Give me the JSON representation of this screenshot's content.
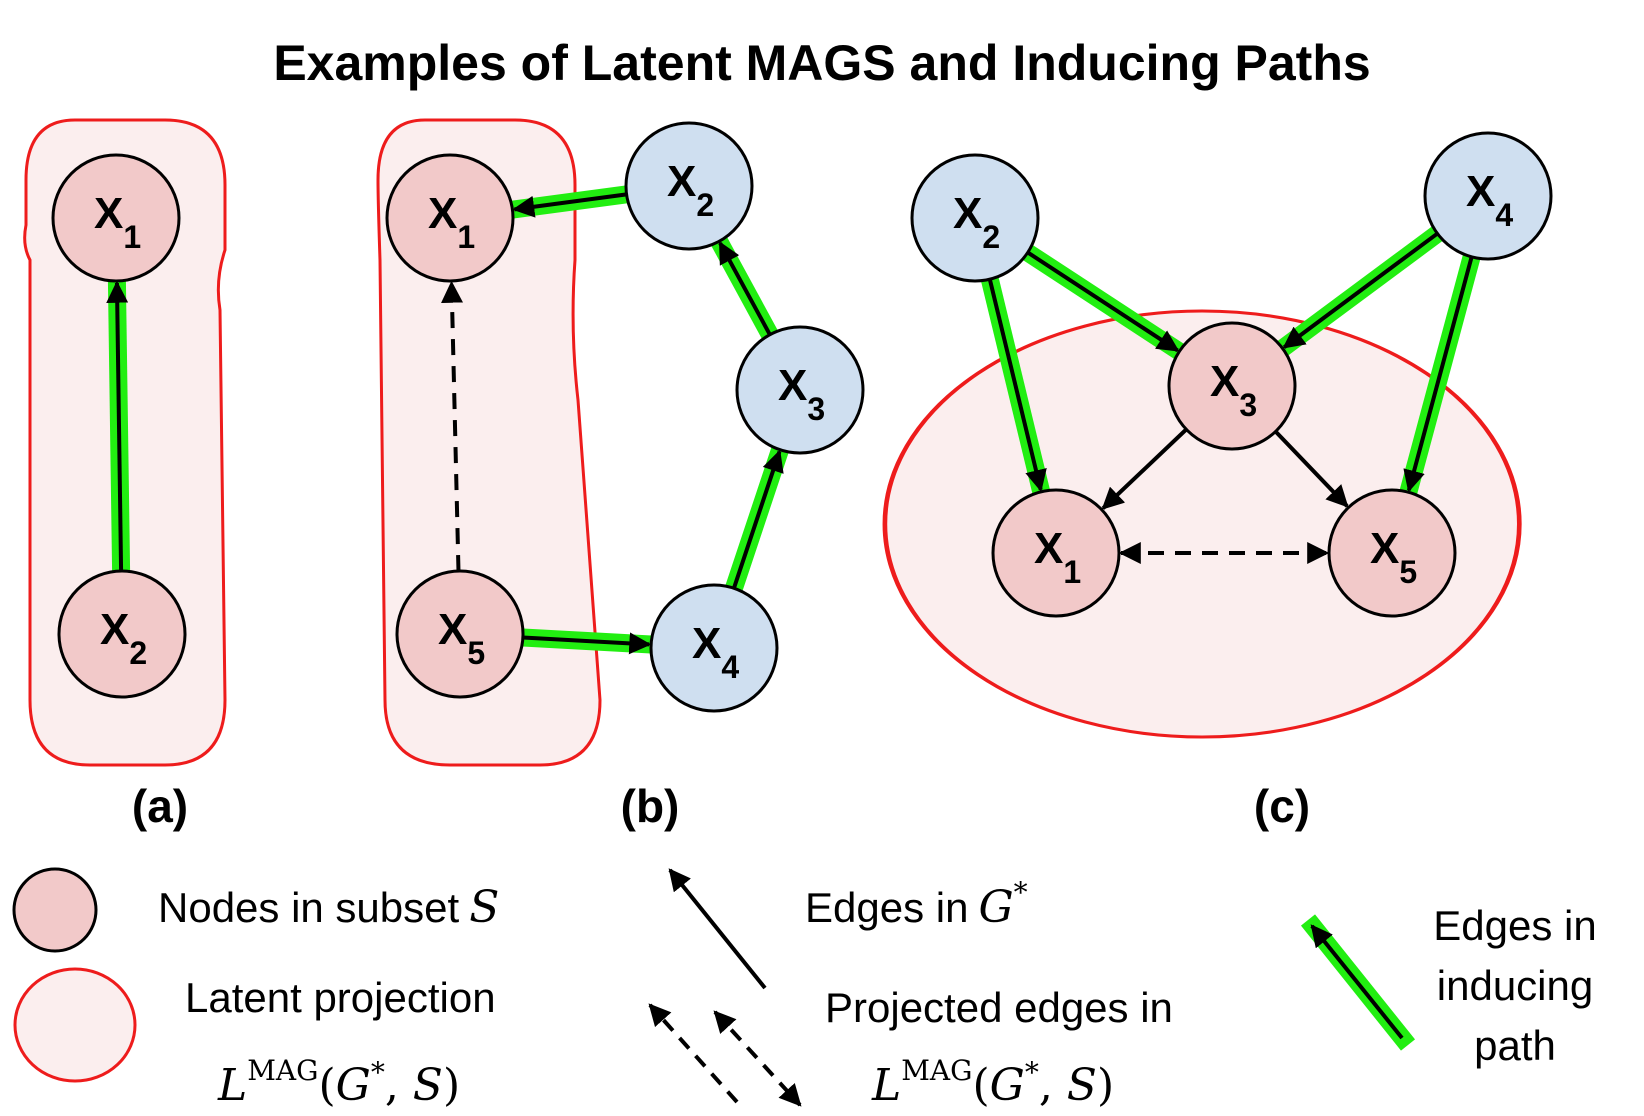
{
  "title": "Examples of Latent MAGS and Inducing Paths",
  "panels": {
    "a": {
      "label": "(a)"
    },
    "b": {
      "label": "(b)"
    },
    "c": {
      "label": "(c)"
    }
  },
  "nodes": {
    "a_x1": {
      "letter": "X",
      "sub": "1",
      "in_subset": true
    },
    "a_x2": {
      "letter": "X",
      "sub": "2",
      "in_subset": true
    },
    "b_x1": {
      "letter": "X",
      "sub": "1",
      "in_subset": true
    },
    "b_x2": {
      "letter": "X",
      "sub": "2",
      "in_subset": false
    },
    "b_x3": {
      "letter": "X",
      "sub": "3",
      "in_subset": false
    },
    "b_x4": {
      "letter": "X",
      "sub": "4",
      "in_subset": false
    },
    "b_x5": {
      "letter": "X",
      "sub": "5",
      "in_subset": true
    },
    "c_x1": {
      "letter": "X",
      "sub": "1",
      "in_subset": true
    },
    "c_x2": {
      "letter": "X",
      "sub": "2",
      "in_subset": false
    },
    "c_x3": {
      "letter": "X",
      "sub": "3",
      "in_subset": true
    },
    "c_x4": {
      "letter": "X",
      "sub": "4",
      "in_subset": false
    },
    "c_x5": {
      "letter": "X",
      "sub": "5",
      "in_subset": true
    }
  },
  "legend": {
    "nodes_in_subset": "Nodes in subset",
    "subset_symbol": "S",
    "latent_projection": "Latent projection",
    "edges_in_g": "Edges in",
    "g_symbol": "G",
    "g_star": "*",
    "projected_edges": "Projected edges in",
    "inducing_line1": "Edges in",
    "inducing_line2": "inducing",
    "inducing_line3": "path",
    "lmag_L": "L",
    "lmag_sup": "MAG",
    "lmag_args_open": "(",
    "lmag_G": "G",
    "lmag_star": "*",
    "lmag_comma": ", ",
    "lmag_S": "S",
    "lmag_close": ")"
  },
  "colors": {
    "subset_node_fill": "#f2c9c9",
    "latent_node_fill": "#cfdff0",
    "region_fill": "#fbeeee",
    "region_stroke": "#ee1c1c",
    "inducing_green": "#22ee11",
    "edge_black": "#000000"
  }
}
